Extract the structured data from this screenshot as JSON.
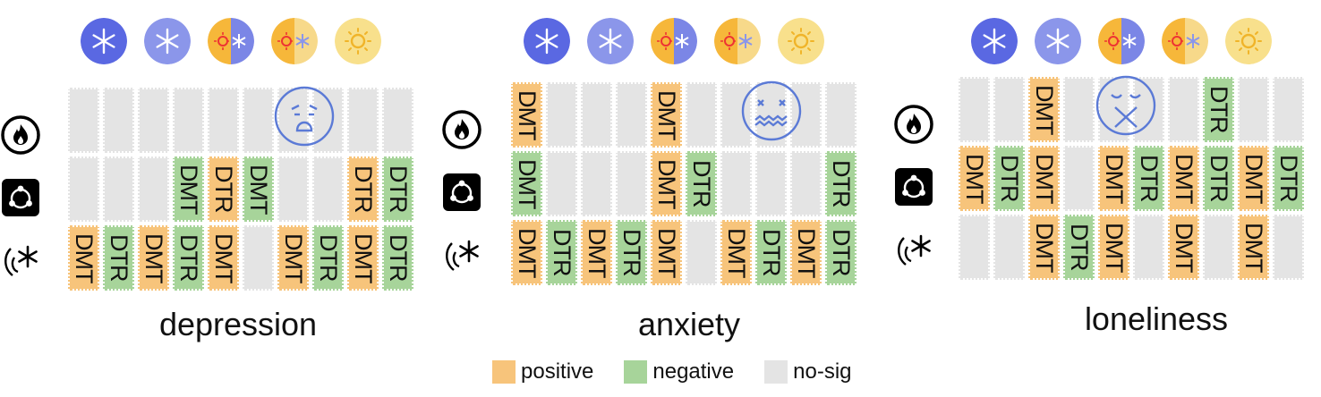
{
  "panels": [
    {
      "title": "depression",
      "face": "sad-face-icon",
      "rows": [
        [
          "",
          "",
          "",
          "",
          "",
          "",
          "",
          "",
          "",
          ""
        ],
        [
          "",
          "",
          "",
          "DMT",
          "DTR",
          "DMT",
          "",
          "",
          "DTR",
          "DTR"
        ],
        [
          "DMT",
          "DTR",
          "DMT",
          "DTR",
          "DMT",
          "",
          "DMT",
          "DTR",
          "DMT",
          "DTR"
        ]
      ],
      "colors": [
        [
          "n",
          "n",
          "n",
          "n",
          "n",
          "n",
          "n",
          "n",
          "n",
          "n"
        ],
        [
          "n",
          "n",
          "n",
          "g",
          "p",
          "g",
          "n",
          "n",
          "p",
          "g"
        ],
        [
          "p",
          "g",
          "p",
          "g",
          "p",
          "n",
          "p",
          "g",
          "p",
          "g"
        ]
      ]
    },
    {
      "title": "anxiety",
      "face": "dizzy-face-icon",
      "rows": [
        [
          "DMT",
          "",
          "",
          "",
          "DMT",
          "",
          "",
          "",
          "",
          ""
        ],
        [
          "DMT",
          "",
          "",
          "",
          "DMT",
          "DTR",
          "",
          "",
          "",
          "DTR"
        ],
        [
          "DMT",
          "DTR",
          "DMT",
          "DTR",
          "DMT",
          "",
          "DMT",
          "DTR",
          "DMT",
          "DTR"
        ]
      ],
      "colors": [
        [
          "p",
          "n",
          "n",
          "n",
          "p",
          "n",
          "n",
          "n",
          "n",
          "n"
        ],
        [
          "g",
          "n",
          "n",
          "n",
          "p",
          "g",
          "n",
          "n",
          "n",
          "g"
        ],
        [
          "p",
          "g",
          "p",
          "g",
          "p",
          "n",
          "p",
          "g",
          "p",
          "g"
        ]
      ]
    },
    {
      "title": "loneliness",
      "face": "muted-face-icon",
      "rows": [
        [
          "",
          "",
          "DMT",
          "",
          "",
          "",
          "",
          "DTR",
          "",
          ""
        ],
        [
          "DMT",
          "DTR",
          "DMT",
          "",
          "DMT",
          "DTR",
          "DMT",
          "DTR",
          "DMT",
          "DTR"
        ],
        [
          "",
          "",
          "DMT",
          "DTR",
          "DMT",
          "",
          "DMT",
          "",
          "DMT",
          ""
        ]
      ],
      "colors": [
        [
          "n",
          "n",
          "p",
          "n",
          "n",
          "n",
          "n",
          "g",
          "n",
          "n"
        ],
        [
          "p",
          "g",
          "p",
          "n",
          "p",
          "g",
          "p",
          "g",
          "p",
          "g"
        ],
        [
          "n",
          "n",
          "p",
          "g",
          "p",
          "n",
          "p",
          "n",
          "p",
          "n"
        ]
      ]
    }
  ],
  "seasons": [
    "snowflake-icon",
    "snowflake-icon",
    "sun-snowflake-icon",
    "sun-snowflake-icon",
    "sun-icon"
  ],
  "row_icons": [
    "flame-icon",
    "triangle-cycle-icon",
    "cold-snowflake-icon"
  ],
  "legend": [
    {
      "label": "positive",
      "color": "#f7c47b"
    },
    {
      "label": "negative",
      "color": "#a7d49a"
    },
    {
      "label": "no-sig",
      "color": "#e4e4e4"
    }
  ]
}
